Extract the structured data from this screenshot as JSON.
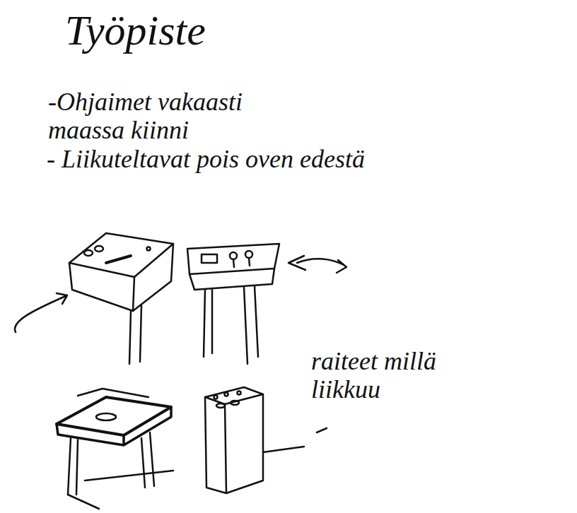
{
  "diagram": {
    "title": "Työpiste",
    "labels": [
      "-Ohjaimet vakaasti maassa kiinni",
      "- Liikuteltavat pois oven edestä",
      "raiteet millä liikkuu"
    ]
  }
}
